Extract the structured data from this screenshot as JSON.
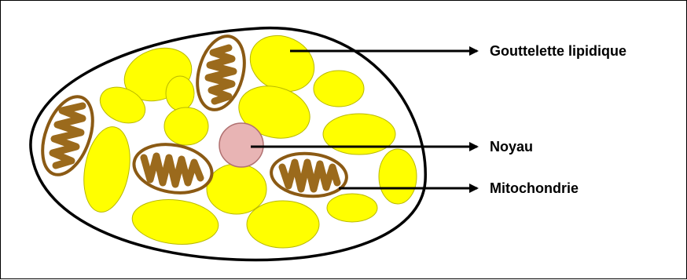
{
  "labels": {
    "lipid_droplet": "Gouttelette lipidique",
    "nucleus": "Noyau",
    "mitochondrion": "Mitochondrie"
  },
  "colors": {
    "lipid_fill": "#ffff00",
    "lipid_stroke": "#b8b800",
    "mito_outer": "#8b5a14",
    "mito_inner": "#9b6a1c",
    "nucleus_fill": "#e8b4b4",
    "nucleus_stroke": "#b07070",
    "cell_outline": "#000000"
  }
}
